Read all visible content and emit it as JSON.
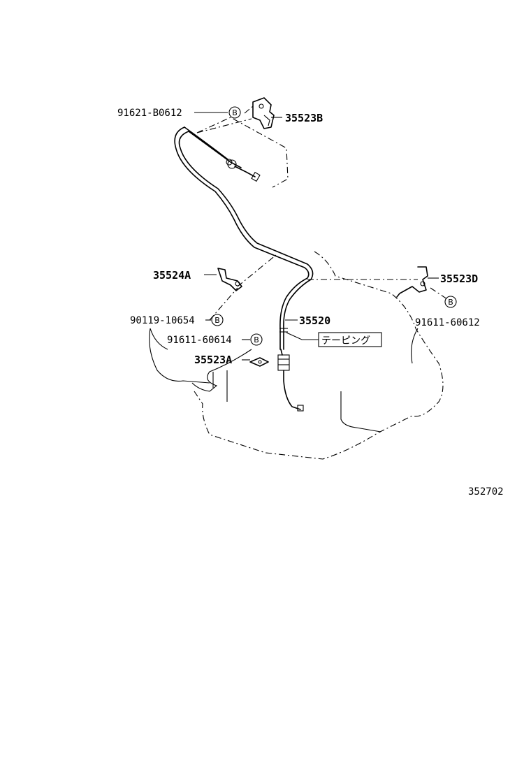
{
  "diagram_number": "352702",
  "bolt_marker": "B",
  "parts": {
    "p91621_b0612": "91621-B0612",
    "p35523b": "35523B",
    "p35524a": "35524A",
    "p90119_10654": "90119-10654",
    "p91611_60614": "91611-60614",
    "p35523a": "35523A",
    "p35520": "35520",
    "p35523d": "35523D",
    "p91611_60612": "91611-60612"
  },
  "taping_label": "テーピング"
}
